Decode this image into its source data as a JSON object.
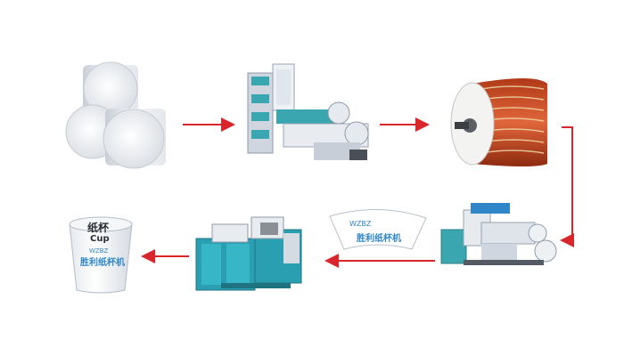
{
  "flow": {
    "arrow_color": "#d9262c",
    "steps": [
      {
        "id": "paper-rolls",
        "icon": "paper-roll-stack-icon"
      },
      {
        "id": "flexo-printing-machine",
        "icon": "printing-press-icon"
      },
      {
        "id": "printed-paper-roll",
        "icon": "printed-roll-icon"
      },
      {
        "id": "die-cutting-machine",
        "icon": "die-cutter-icon"
      },
      {
        "id": "cup-fan-blank",
        "icon": "fan-blank-icon"
      },
      {
        "id": "paper-cup-forming-machine",
        "icon": "cup-forming-machine-icon"
      },
      {
        "id": "paper-cup",
        "icon": "paper-cup-icon"
      }
    ]
  },
  "fan": {
    "brand_text": "WZBZ",
    "chinese_text": "胜利纸杯机"
  },
  "cup": {
    "top_text_cn": "纸杯",
    "top_text_en": "Cup",
    "brand_text": "WZBZ",
    "side_text": "胜利纸杯机"
  },
  "colors": {
    "machine_teal": "#3aa6b0",
    "machine_blue": "#2f86c8",
    "print_red": "#c9451f"
  }
}
